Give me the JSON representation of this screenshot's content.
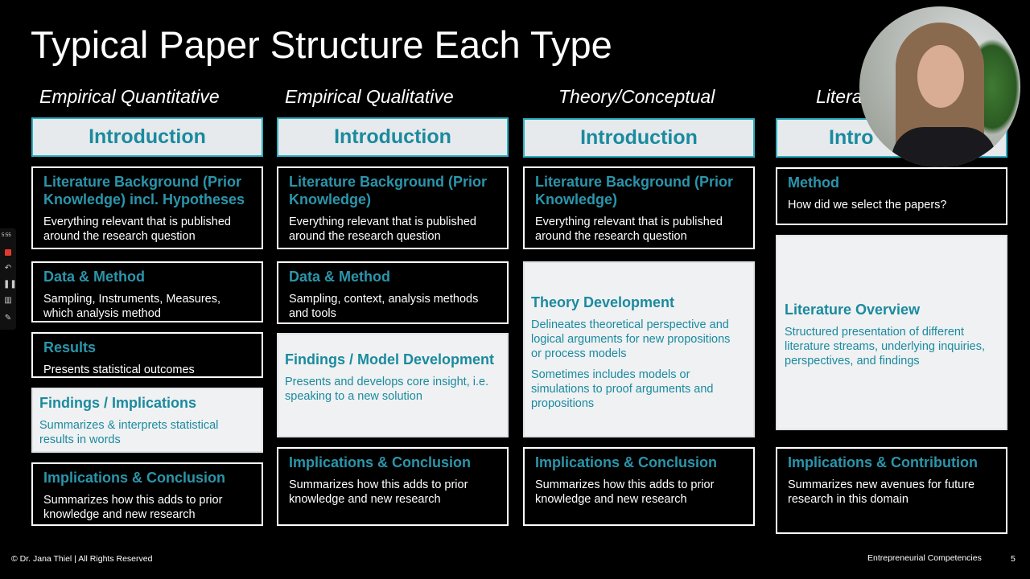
{
  "slide": {
    "title": "Typical Paper Structure Each Type",
    "footer_left": "© Dr. Jana Thiel | All Rights Reserved",
    "footer_right": "Entrepreneurial Competencies",
    "page_number": "5"
  },
  "columns": [
    {
      "heading": "Empirical Quantitative",
      "intro": "Introduction",
      "boxes": [
        {
          "title": "Literature Background (Prior Knowledge) incl. Hypotheses",
          "body": "Everything relevant that is published around the research question"
        },
        {
          "title": "Data & Method",
          "body": "Sampling, Instruments, Measures, which analysis method"
        },
        {
          "title": "Results",
          "body": "Presents statistical outcomes"
        },
        {
          "title": "Findings / Implications",
          "body": "Summarizes & interprets statistical results in words"
        },
        {
          "title": "Implications & Conclusion",
          "body": "Summarizes how this adds to prior knowledge and new research"
        }
      ]
    },
    {
      "heading": "Empirical Qualitative",
      "intro": "Introduction",
      "boxes": [
        {
          "title": "Literature Background (Prior Knowledge)",
          "body": "Everything relevant that is published around the research question"
        },
        {
          "title": "Data & Method",
          "body": "Sampling, context, analysis methods and tools"
        },
        {
          "title": "Findings / Model Development",
          "body": "Presents and develops core insight, i.e. speaking to a new solution"
        },
        {
          "title": "Implications & Conclusion",
          "body": "Summarizes how this adds to prior knowledge and new research"
        }
      ]
    },
    {
      "heading": "Theory/Conceptual",
      "intro": "Introduction",
      "boxes": [
        {
          "title": "Literature Background (Prior Knowledge)",
          "body": "Everything relevant that is published around the research question"
        },
        {
          "title": "Theory Development",
          "body": "Delineates theoretical perspective and logical arguments for new propositions or process models",
          "body2": "Sometimes includes models or simulations to proof arguments and propositions"
        },
        {
          "title": "Implications & Conclusion",
          "body": "Summarizes how this adds to prior knowledge and new research"
        }
      ]
    },
    {
      "heading": "Litera",
      "intro": "Intro",
      "boxes": [
        {
          "title": "Method",
          "body": "How did we select the papers?"
        },
        {
          "title": "Literature Overview",
          "body": "Structured presentation of different literature streams, underlying inquiries, perspectives, and findings"
        },
        {
          "title": "Implications & Contribution",
          "body": "Summarizes new avenues for future research in this domain"
        }
      ]
    }
  ],
  "recorder": {
    "time": "5:55"
  },
  "colors": {
    "accent": "#2a95ab",
    "intro_border": "#2bb0c2",
    "background": "#000000"
  }
}
